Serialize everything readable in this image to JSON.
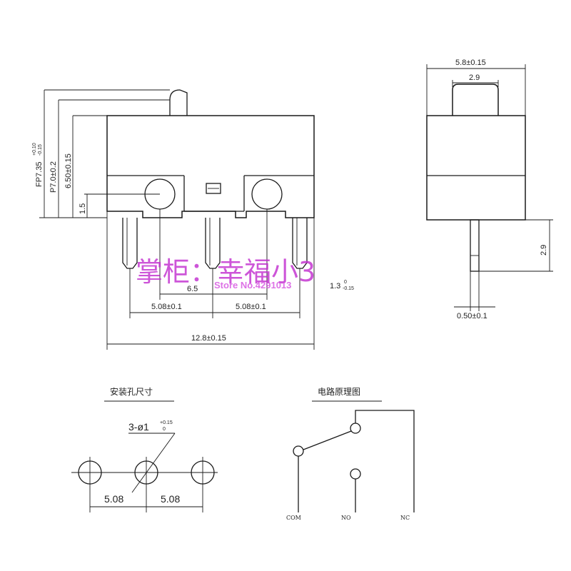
{
  "front_view": {
    "dim_overall_height": "FP7.35",
    "dim_overall_height_tol_upper": "+0.10",
    "dim_overall_height_tol_lower": "-0.15",
    "dim_p70": "P7.0±0.2",
    "dim_body_height": "6.50±0.15",
    "dim_hole_height": "1.5",
    "dim_spacing_a": "6.5",
    "dim_spacing_left": "5.08±0.1",
    "dim_spacing_right": "5.08±0.1",
    "dim_width": "12.8±0.15",
    "dim_pin_small": "1.3",
    "dim_pin_small_tol_upper": "0",
    "dim_pin_small_tol_lower": "-0.15"
  },
  "side_view": {
    "dim_width": "5.8±0.15",
    "dim_plunger": "2.9",
    "dim_pin_length": "2.9",
    "dim_pin_width": "0.50±0.1"
  },
  "mounting": {
    "title": "安装孔尺寸",
    "hole_spec": "3-ø1",
    "hole_tol_upper": "+0.15",
    "hole_tol_lower": "0",
    "spacing_left": "5.08",
    "spacing_right": "5.08"
  },
  "circuit": {
    "title": "电路原理图",
    "labels": [
      "COM",
      "NO",
      "NC"
    ]
  },
  "watermark": {
    "text_cn": "掌柜：幸福小3",
    "store": "Store No.4291013"
  }
}
